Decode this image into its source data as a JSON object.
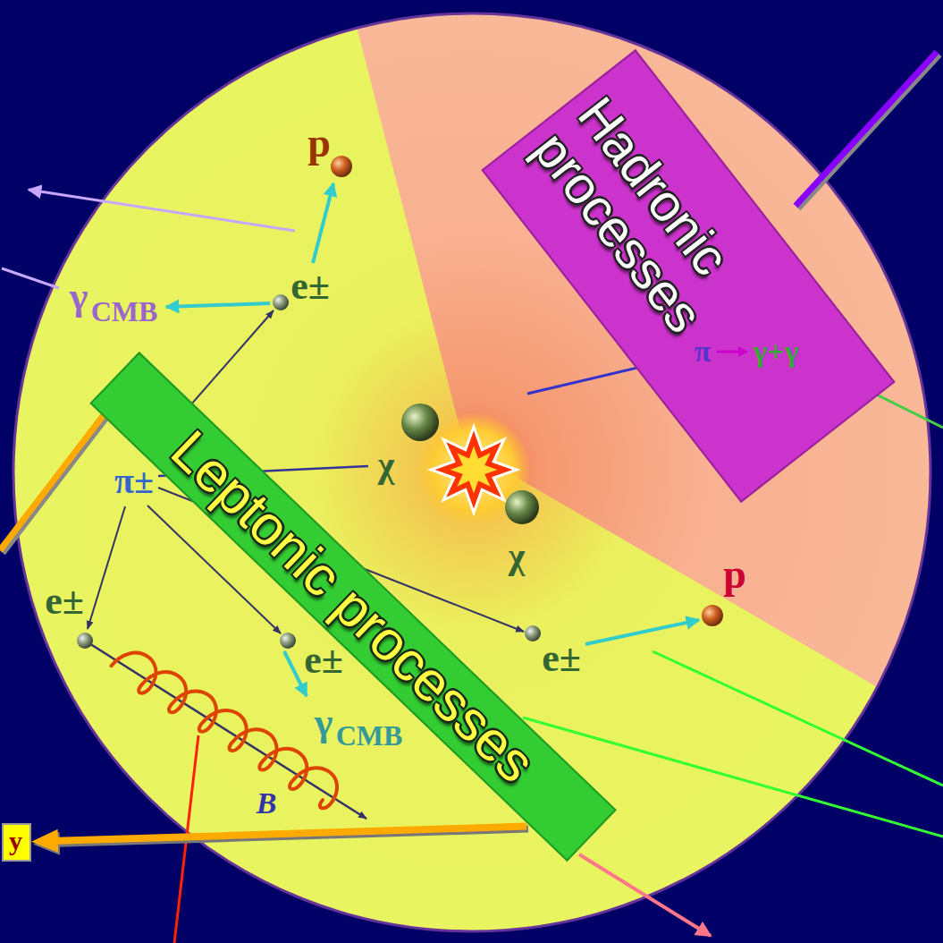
{
  "diagram": {
    "nodes": [
      {
        "text": [
          "Hadronic processes"
        ]
      },
      {
        "text": [
          "Leptonic processes"
        ]
      },
      {
        "text": [
          "y"
        ]
      }
    ],
    "edges": [
      {
        "from": 1,
        "to": 2,
        "arrow": "to"
      }
    ],
    "labels": [
      "p",
      "γ",
      "CMB",
      "e±",
      "π",
      "γ+γ",
      "π±",
      "χ",
      "χ",
      "p",
      "e±",
      "e±",
      "e±",
      "γ",
      "CMB",
      "B"
    ]
  }
}
